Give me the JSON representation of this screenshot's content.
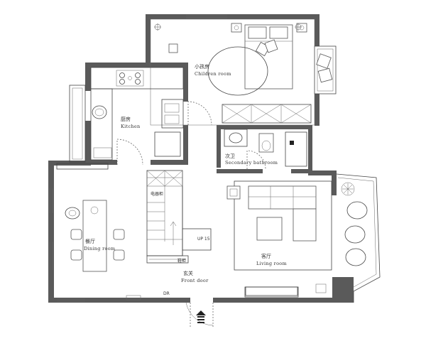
{
  "rooms": {
    "children": {
      "cn": "小孩房",
      "en": "Children room"
    },
    "kitchen": {
      "cn": "厨房",
      "en": "Kitchen"
    },
    "bathroom": {
      "cn": "次卫",
      "en": "Secondary bathroom"
    },
    "dining": {
      "cn": "餐厅",
      "en": "Dining room"
    },
    "living": {
      "cn": "客厅",
      "en": "Living room"
    },
    "entrance": {
      "cn": "玄关",
      "en": "Front door"
    }
  },
  "annotations": {
    "fridge": "电器柜",
    "up_stairs": "UP 15",
    "shoe_cabinet": "鞋柜",
    "door_mark": "DR"
  },
  "colors": {
    "wall": "#5a5a5a",
    "line": "#444444",
    "background": "#ffffff"
  }
}
